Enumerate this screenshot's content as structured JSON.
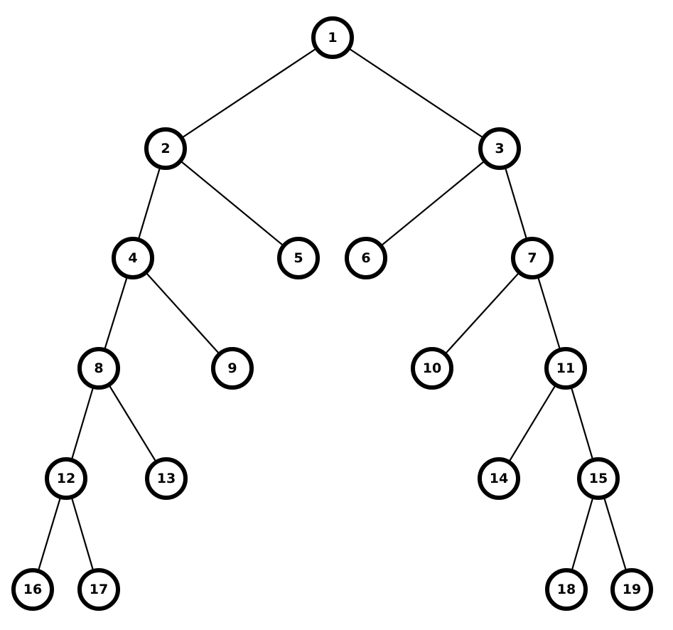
{
  "tree": {
    "nodes": [
      {
        "id": "1",
        "label": "1"
      },
      {
        "id": "2",
        "label": "2"
      },
      {
        "id": "3",
        "label": "3"
      },
      {
        "id": "4",
        "label": "4"
      },
      {
        "id": "5",
        "label": "5"
      },
      {
        "id": "6",
        "label": "6"
      },
      {
        "id": "7",
        "label": "7"
      },
      {
        "id": "8",
        "label": "8"
      },
      {
        "id": "9",
        "label": "9"
      },
      {
        "id": "10",
        "label": "10"
      },
      {
        "id": "11",
        "label": "11"
      },
      {
        "id": "12",
        "label": "12"
      },
      {
        "id": "13",
        "label": "13"
      },
      {
        "id": "14",
        "label": "14"
      },
      {
        "id": "15",
        "label": "15"
      },
      {
        "id": "16",
        "label": "16"
      },
      {
        "id": "17",
        "label": "17"
      },
      {
        "id": "18",
        "label": "18"
      },
      {
        "id": "19",
        "label": "19"
      }
    ],
    "edges": [
      {
        "from": "1",
        "to": "2"
      },
      {
        "from": "1",
        "to": "3"
      },
      {
        "from": "2",
        "to": "4"
      },
      {
        "from": "2",
        "to": "5"
      },
      {
        "from": "3",
        "to": "6"
      },
      {
        "from": "3",
        "to": "7"
      },
      {
        "from": "4",
        "to": "8"
      },
      {
        "from": "4",
        "to": "9"
      },
      {
        "from": "7",
        "to": "10"
      },
      {
        "from": "7",
        "to": "11"
      },
      {
        "from": "8",
        "to": "12"
      },
      {
        "from": "8",
        "to": "13"
      },
      {
        "from": "11",
        "to": "14"
      },
      {
        "from": "11",
        "to": "15"
      },
      {
        "from": "12",
        "to": "16"
      },
      {
        "from": "12",
        "to": "17"
      },
      {
        "from": "15",
        "to": "18"
      },
      {
        "from": "15",
        "to": "19"
      }
    ],
    "colors": {
      "node_fill": "#ffffff",
      "node_stroke": "#000000",
      "edge": "#000000",
      "text": "#000000"
    }
  }
}
